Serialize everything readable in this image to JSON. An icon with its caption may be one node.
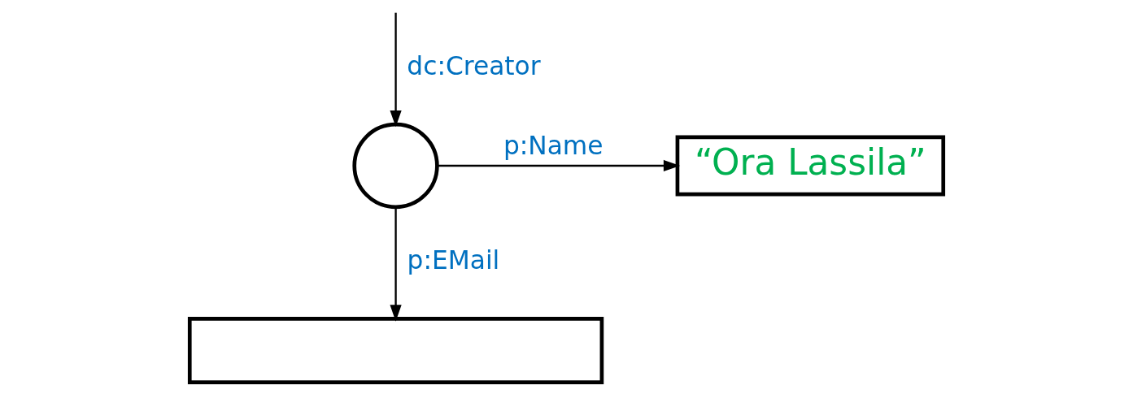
{
  "diagram": {
    "nodes": [
      {
        "text": [],
        "shape": "circle"
      },
      {
        "text": [
          "“Ora Lassila”"
        ]
      },
      {
        "text": [],
        "shape": "box"
      }
    ],
    "edges": [
      {
        "from": null,
        "to": 0,
        "arrow": "to",
        "label": "dc:Creator"
      },
      {
        "from": 0,
        "to": 1,
        "arrow": "to",
        "label": "p:Name"
      },
      {
        "from": 0,
        "to": 2,
        "arrow": "to",
        "label": "p:EMail"
      }
    ]
  }
}
